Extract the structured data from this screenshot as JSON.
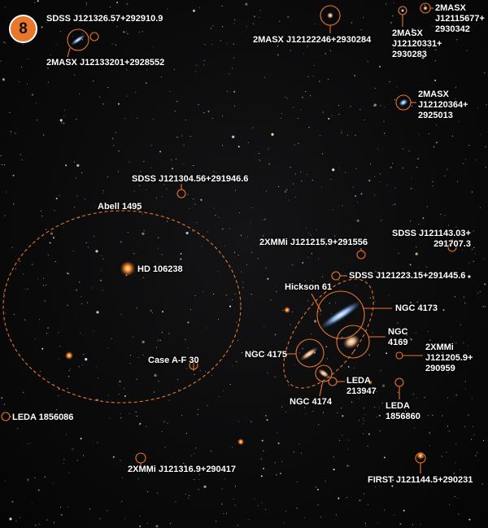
{
  "badge": "8",
  "labels": {
    "sdss_121326": "SDSS J121326.57+292910.9",
    "twomasx_121332": "2MASX J12133201+2928552",
    "twomasx_121222": "2MASX J12122246+2930284",
    "twomasx_121203": "2MASX\nJ12120331+\n2930283",
    "twomasx_121156": "2MASX\nJ12115677+\n2930342",
    "twomasx_121203_64": "2MASX\nJ12120364+\n2925013",
    "sdss_121304": "SDSS J121304.56+291946.6",
    "abell": "Abell 1495",
    "hd106238": "HD 106238",
    "sdss_121143": "SDSS J121143.03+\n291707.3",
    "xmm_121215": "2XMMi J121215.9+291556",
    "sdss_121223": "SDSS J121223.15+291445.6",
    "hickson": "Hickson 61",
    "ngc4173": "NGC 4173",
    "ngc4169": "NGC\n4169",
    "xmm_121205": "2XMMi\nJ121205.9+\n290959",
    "ngc4175": "NGC 4175",
    "case_af": "Case A-F 30",
    "leda213947": "LEDA\n213947",
    "ngc4174": "NGC 4174",
    "leda1856860": "LEDA\n1856860",
    "leda1856086": "LEDA 1856086",
    "xmm_121316": "2XMMi J121316.9+290417",
    "first_121144": "FIRST J121144.5+290231"
  },
  "colors": {
    "annotation": "#e8762b",
    "label": "#ffffff",
    "sky": "#0b0b0c"
  }
}
